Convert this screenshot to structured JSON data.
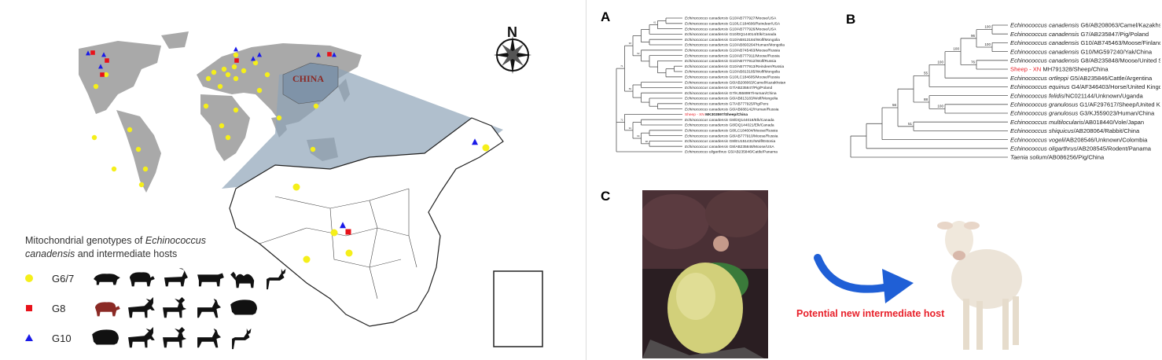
{
  "map": {
    "country_label": "CHINA",
    "compass_label": "N",
    "legend": {
      "title_prefix": "Mitochondrial genotypes of ",
      "title_italic1": "Echinococcus",
      "title_italic2": "canadensis",
      "title_suffix": " and intermediate hosts",
      "rows": [
        {
          "label": "G6/7",
          "marker": "circle",
          "color": "#f5ef1a",
          "hosts": [
            "pig",
            "sheep",
            "goat",
            "cattle",
            "camel",
            "deer"
          ]
        },
        {
          "label": "G8",
          "marker": "square",
          "color": "#e8121a",
          "hosts": [
            "sheep-highlighted",
            "moose",
            "elk",
            "reindeer",
            "yak"
          ]
        },
        {
          "label": "G10",
          "marker": "triangle",
          "color": "#1a1ae8",
          "hosts": [
            "yak",
            "moose",
            "elk",
            "reindeer",
            "deer"
          ]
        }
      ],
      "highlight_color": "#8b2a25"
    }
  },
  "panels": {
    "a": "A",
    "b": "B",
    "c": "C"
  },
  "tree_a": {
    "highlight_color": "#e8202a",
    "root": {
      "c": [
        {
          "s": "71",
          "c": [
            {
              "s": "93",
              "c": [
                {
                  "c": [
                    {
                      "c": [
                        {
                          "s": "61",
                          "c": [
                            {
                              "c": [
                                {
                                  "l": "Echinococcus canadensis",
                                  "r": " G10/AB777927/Moose/USA"
                                },
                                {
                                  "l": "Echinococcus canadensis",
                                  "r": " G10/LC184606/Reindeer/USA"
                                }
                              ]
                            },
                            {
                              "l": "Echinococcus canadensis",
                              "r": " G10/AB777926/Moose/USA"
                            }
                          ]
                        },
                        {
                          "l": "Echinococcus canadensis",
                          "r": " G10/DQ144014/Elk/Canada"
                        }
                      ]
                    },
                    {
                      "c": [
                        {
                          "l": "Echinococcus canadensis",
                          "r": " G10/AB813184/Wolf/Mongolia"
                        },
                        {
                          "l": "Echinococcus canadensis",
                          "r": " G10/AB893264/Human/Mongolia"
                        }
                      ]
                    }
                  ]
                },
                {
                  "s": "62",
                  "c": [
                    {
                      "l": "Echinococcus canadensis",
                      "r": " G10/AB745463/Moose/Russia"
                    },
                    {
                      "c": [
                        {
                          "l": "Echinococcus canadensis",
                          "r": " G10/AB777911/Moose/Russia"
                        },
                        {
                          "c": [
                            {
                              "l": "Echinococcus canadensis",
                              "r": " G10/AB777912/Wolf/Russia"
                            },
                            {
                              "c": [
                                {
                                  "c": [
                                    {
                                      "l": "Echinococcus canadensis",
                                      "r": " G10/AB777913/Reindeer/Russia"
                                    },
                                    {
                                      "l": "Echinococcus canadensis",
                                      "r": " G10/AB813185/Wolf/Mongolia"
                                    }
                                  ]
                                },
                                {
                                  "l": "Echinococcus canadensis",
                                  "r": " G10/LC184605/Moose/Russia"
                                }
                              ]
                            }
                          ]
                        }
                      ]
                    }
                  ]
                }
              ]
            },
            {
              "s": "59",
              "c": [
                {
                  "c": [
                    {
                      "l": "Echinococcus canadensis",
                      "r": " G6/AB208063/Camel/Kazakhstan"
                    },
                    {
                      "l": "Echinococcus canadensis",
                      "r": " G7/AB235847/Pig/Poland"
                    }
                  ]
                },
                {
                  "c": [
                    {
                      "l": "Echinococcus canadensis",
                      "r": " G7/KJ558997/Human/China"
                    },
                    {
                      "c": [
                        {
                          "l": "Echinococcus canadensis",
                          "r": " G6/AB813183/Wolf/Mongolia"
                        },
                        {
                          "c": [
                            {
                              "l": "Echinococcus canadensis",
                              "r": " G7/AB777925/Pig/Peru"
                            },
                            {
                              "l": "Echinococcus canadensis",
                              "r": " G6/AB688142/Human/Russia"
                            }
                          ]
                        }
                      ]
                    }
                  ]
                }
              ]
            }
          ]
        },
        {
          "s": "72",
          "c": [
            {
              "h": "Sheep - XN",
              "r": " MK303597/Sheep/China",
              "bold": true
            },
            {
              "s": "91",
              "c": [
                {
                  "c": [
                    {
                      "l": "Echinococcus canadensis",
                      "r": " G8/DQ144018/Elk/Canada"
                    },
                    {
                      "l": "Echinococcus canadensis",
                      "r": " G8/DQ144021/Elk/Canada"
                    }
                  ]
                },
                {
                  "s": "64",
                  "c": [
                    {
                      "c": [
                        {
                          "l": "Echinococcus canadensis",
                          "r": " G8/LC184604/Moose/Russia"
                        },
                        {
                          "l": "Echinococcus canadensis",
                          "r": " G8/AB777910/Moose/Russia"
                        }
                      ]
                    },
                    {
                      "s": "98",
                      "c": [
                        {
                          "l": "Echinococcus canadensis",
                          "r": " G8/EU151431/Wolf/Estonia"
                        },
                        {
                          "l": "Echinococcus canadensis",
                          "r": " G8/AB235848/Moose/USA"
                        }
                      ]
                    }
                  ]
                }
              ]
            }
          ]
        },
        {
          "l": "Echinococcus oligarthrus",
          "r": " G5/AB235846/Cattle/Panama"
        }
      ]
    }
  },
  "tree_b": {
    "highlight_color": "#e8202a",
    "root": {
      "c": [
        {
          "c": [
            {
              "c": [
                {
                  "s": "56",
                  "c": [
                    {
                      "c": [
                        {
                          "s": "55",
                          "c": [
                            {
                              "s": "100",
                              "c": [
                                {
                                  "s": "100",
                                  "c": [
                                    {
                                      "s": "96",
                                      "c": [
                                        {
                                          "s": "100",
                                          "c": [
                                            {
                                              "l": "Echinococcus canadensis",
                                              "r": " G6/AB208063/Camel/Kazakhstan"
                                            },
                                            {
                                              "l": "Echinococcus canadensis",
                                              "r": " G7/AB235847/Pig/Poland"
                                            }
                                          ]
                                        },
                                        {
                                          "s": "100",
                                          "c": [
                                            {
                                              "l": "Echinococcus canadensis",
                                              "r": " G10/AB745463/Moose/Finland"
                                            },
                                            {
                                              "l": "Echinococcus canadensis",
                                              "r": " G10/MG597240/Yak/China"
                                            }
                                          ]
                                        }
                                      ]
                                    },
                                    {
                                      "s": "76",
                                      "c": [
                                        {
                                          "l": "Echinococcus canadensis",
                                          "r": " G8/AB235848/Moose/United States"
                                        },
                                        {
                                          "h": "Sheep - XN",
                                          "r": " MH791328/Sheep/China"
                                        }
                                      ]
                                    }
                                  ]
                                },
                                {
                                  "l": "Echinococcus ortleppi",
                                  "r": " G5/AB235846/Cattle/Argentina"
                                }
                              ]
                            },
                            {
                              "l": "Echinococcus equinus",
                              "r": " G4/AF346403/Horse/United Kingdom"
                            }
                          ]
                        },
                        {
                          "s": "88",
                          "c": [
                            {
                              "l": "Echinococcus felidis",
                              "r": "/NC021144/Unknown/Uganda"
                            },
                            {
                              "s": "100",
                              "c": [
                                {
                                  "l": "Echinococcus granulosus",
                                  "r": " G1/AF297617/Sheep/United Kingdom"
                                },
                                {
                                  "l": "Echinococcus granulosus",
                                  "r": " G3/KJ559023/Human/China"
                                }
                              ]
                            }
                          ]
                        }
                      ]
                    },
                    {
                      "s": "51",
                      "c": [
                        {
                          "l": "Echinococcus multilocularis",
                          "r": "/AB018440/Vole/Japan"
                        },
                        {
                          "l": "Echinococcus shiquicus",
                          "r": "/AB208064/Rabbit/China"
                        }
                      ]
                    }
                  ]
                },
                {
                  "l": "Echinococcus vogeli",
                  "r": "/AB208546/Unknown/Colombia"
                }
              ]
            },
            {
              "l": "Echinococcus oligarthrus",
              "r": "/AB208545/Rodent/Panama"
            }
          ]
        },
        {
          "l": "Taenia solium",
          "r": "/AB086256/Pig/China"
        }
      ]
    }
  },
  "panel_c": {
    "caption": "Potential new intermediate host",
    "arrow_color": "#1f5fd6"
  }
}
